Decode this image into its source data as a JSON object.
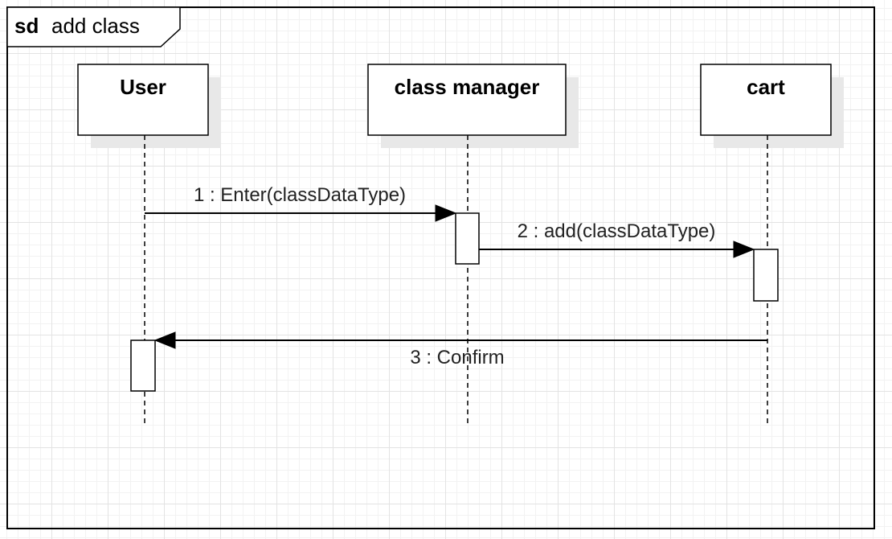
{
  "diagram": {
    "frame": {
      "keyword": "sd",
      "name": "add class"
    },
    "lifelines": [
      {
        "id": "user",
        "name": "User"
      },
      {
        "id": "class-manager",
        "name": "class manager"
      },
      {
        "id": "cart",
        "name": "cart"
      }
    ],
    "messages": [
      {
        "label": "1 : Enter(classDataType)",
        "from": "user",
        "to": "class-manager"
      },
      {
        "label": "2 : add(classDataType)",
        "from": "class-manager",
        "to": "cart"
      },
      {
        "label": "3 : Confirm",
        "from": "cart",
        "to": "user"
      }
    ]
  }
}
